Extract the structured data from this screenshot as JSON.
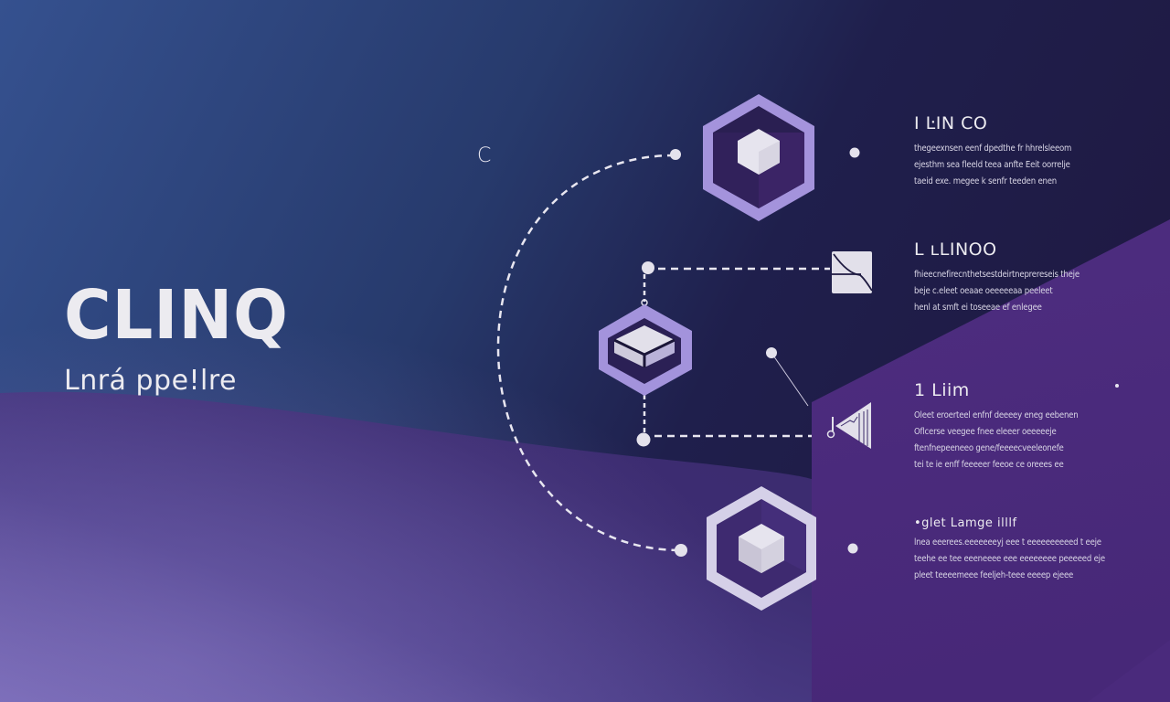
{
  "colors": {
    "bg_top_left": "#35518f",
    "bg_bottom_left": "#7569b4",
    "bg_top_right": "#1f1b45",
    "bg_bottom_right": "#4a2a7a",
    "panel_purple": "#4b2c7d",
    "hex_outline": "#a394dc",
    "hex_inner": "#3c2566",
    "cube_light": "#e3e1ea",
    "connector": "#e8e6f0",
    "text": "#ecebf0"
  },
  "brand": {
    "title": "CLINQ",
    "subtitle": "Lnrá ppe!lre"
  },
  "diagram": {
    "c_mark": "C",
    "nodes": [
      {
        "id": "hex-top",
        "icon": "cube-icon",
        "label": "top hexagon"
      },
      {
        "id": "hex-middle",
        "icon": "open-box-icon",
        "label": "middle hexagon"
      },
      {
        "id": "card-curve",
        "icon": "curve-chart-icon",
        "label": "curve card"
      },
      {
        "id": "card-triangle",
        "icon": "triangle-signal-icon",
        "label": "triangle card"
      },
      {
        "id": "hex-bottom",
        "icon": "cube-icon",
        "label": "bottom hexagon"
      }
    ]
  },
  "steps": [
    {
      "title": "I  ĿIN CO",
      "lines": [
        "thegeexnsen eenf  dpedthe fr  hhrelsleeom",
        "ejesthm sea fleeld teea anfte  Eeit  oorrelje",
        "taeid exe.  megee k senfr  teeden enen"
      ]
    },
    {
      "title": "L ʟLINOO",
      "lines": [
        "fhieecnefirecnthetsestdeirtneprereseis theje",
        "beje c.eleet  oeaae  oeeeeeaa  peeleet",
        "henl at smft  ei toseeae  ef enlegee"
      ]
    },
    {
      "title": "1 Liim",
      "lines": [
        "Oleet eroerteel  enfnf deeeey  eneg eebenen",
        "Oflcerse  veegee fnee  eleeer  oeeeeeje",
        "ftenfnepeeneeo  gene/feeeecveeleonefe",
        "tei te ie  enff feeeeer feeoe  ce  oreees ee"
      ]
    },
    {
      "title": "•glet Lamge  illlf",
      "lines": [
        "lnea  eeerees.eeeeeeeyj  eee t  eeeeeeeeeed t eeje",
        "teehe ee tee   eeeneeee  eee  eeeeeeee peeeeed eje",
        "pleet  teeeemeee  feeljeh-teee  eeeep  ejeee"
      ]
    }
  ]
}
